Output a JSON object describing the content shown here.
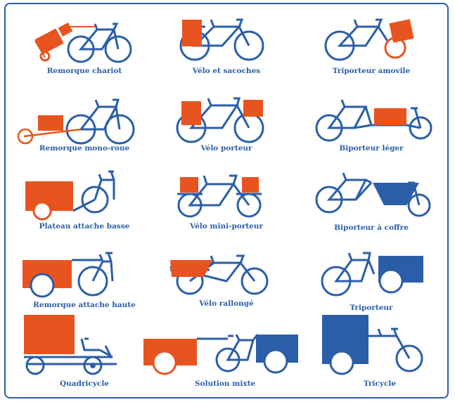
{
  "colors": {
    "blue": "#2a5ea8",
    "orange": "#e8541f",
    "border": "#2a5ea8"
  },
  "items": [
    {
      "label": "Remorque chariot",
      "icon": "trolley-trailer-bike-icon"
    },
    {
      "label": "Vélo et sacoches",
      "icon": "bike-panniers-icon"
    },
    {
      "label": "Triporteur amovile",
      "icon": "removable-front-load-bike-icon"
    },
    {
      "label": "Remorque mono-roue",
      "icon": "single-wheel-trailer-bike-icon"
    },
    {
      "label": "Vélo porteur",
      "icon": "porter-bike-icon"
    },
    {
      "label": "Biporteur léger",
      "icon": "light-cargo-bike-icon"
    },
    {
      "label": "Plateau attache basse",
      "icon": "low-hitch-platform-trailer-icon"
    },
    {
      "label": "Vélo mini-porteur",
      "icon": "mini-porter-bike-icon"
    },
    {
      "label": "Biporteur à coffre",
      "icon": "box-cargo-bike-icon"
    },
    {
      "label": "Remorque attache haute",
      "icon": "high-hitch-trailer-icon"
    },
    {
      "label": "Vélo rallongé",
      "icon": "longtail-bike-icon"
    },
    {
      "label": "Triporteur",
      "icon": "front-box-tricycle-icon"
    },
    {
      "label": "Quadricycle",
      "icon": "cargo-quadricycle-icon"
    },
    {
      "label": "Solution mixte",
      "icon": "mixed-trailer-box-icon"
    },
    {
      "label": "Tricycle",
      "icon": "rear-box-tricycle-icon"
    }
  ]
}
